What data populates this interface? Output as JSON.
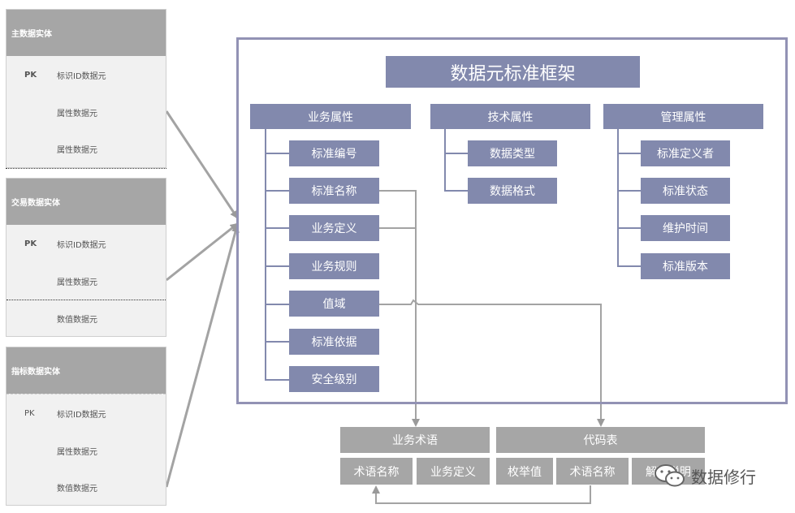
{
  "entities": [
    {
      "title": "主数据实体",
      "rows": [
        {
          "pk": "PK",
          "label": "标识ID数据元"
        },
        {
          "pk": "",
          "label": "属性数据元"
        },
        {
          "pk": "",
          "label": "属性数据元"
        }
      ]
    },
    {
      "title": "交易数据实体",
      "rows": [
        {
          "pk": "PK",
          "label": "标识ID数据元"
        },
        {
          "pk": "",
          "label": "属性数据元"
        },
        {
          "pk": "",
          "label": "数值数据元"
        }
      ]
    },
    {
      "title": "指标数据实体",
      "rows": [
        {
          "pk": "PK",
          "label": "标识ID数据元"
        },
        {
          "pk": "",
          "label": "属性数据元"
        },
        {
          "pk": "",
          "label": "数值数据元"
        }
      ]
    }
  ],
  "framework": {
    "title": "数据元标准框架",
    "categories": [
      {
        "name": "业务属性",
        "items": [
          "标准编号",
          "标准名称",
          "业务定义",
          "业务规则",
          "值域",
          "标准依据",
          "安全级别"
        ]
      },
      {
        "name": "技术属性",
        "items": [
          "数据类型",
          "数据格式"
        ]
      },
      {
        "name": "管理属性",
        "items": [
          "标准定义者",
          "标准状态",
          "维护时间",
          "标准版本"
        ]
      }
    ]
  },
  "bottom": {
    "term": {
      "title": "业务术语",
      "cells": [
        "术语名称",
        "业务定义"
      ]
    },
    "code": {
      "title": "代码表",
      "cells": [
        "枚举值",
        "术语名称",
        "解释说明"
      ]
    }
  },
  "watermark": {
    "text": "数据修行",
    "icon": "wechat-icon"
  },
  "colors": {
    "accent": "#8289ad",
    "grey": "#a6a6a6",
    "frame": "#9292b4"
  }
}
